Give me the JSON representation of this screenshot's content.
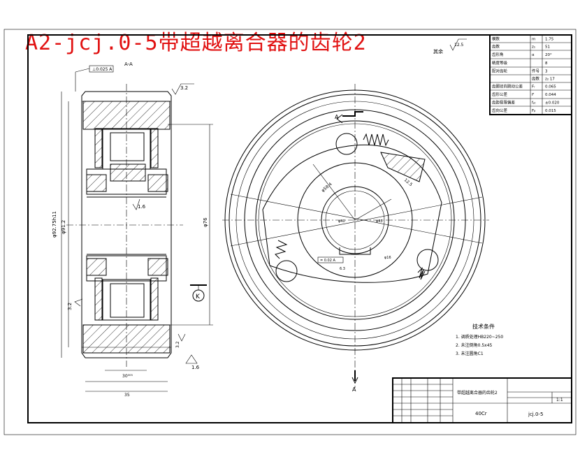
{
  "title": "A2-jcj.0-5带超越离合器的齿轮2",
  "section_label": "A-A",
  "corner_roughness": "12.5",
  "corner_roughness_note": "其余",
  "gear_table": {
    "rows": [
      {
        "name": "模数",
        "sym": "m",
        "val": "1.75"
      },
      {
        "name": "齿数",
        "sym": "z₁",
        "val": "51"
      },
      {
        "name": "齿形角",
        "sym": "α",
        "val": "20°"
      },
      {
        "name": "精度等级",
        "sym": "",
        "val": "8"
      },
      {
        "name": "配对齿轮",
        "sym": "件号",
        "val": "3"
      },
      {
        "name": "",
        "sym": "齿数",
        "val": "z₂  17"
      },
      {
        "name": "齿圈径向跳动公差",
        "sym": "Fᵣ",
        "val": "0.065"
      },
      {
        "name": "齿形公差",
        "sym": "fᶠ",
        "val": "0.044"
      },
      {
        "name": "齿距极限偏差",
        "sym": "fₚₜ",
        "val": "±0.020"
      },
      {
        "name": "齿向公差",
        "sym": "Fᵦ",
        "val": "0.015"
      }
    ]
  },
  "tech_req": {
    "heading": "技术条件",
    "items": [
      "1. 调质处理HB220~250",
      "2. 未注倒角0.5x45",
      "3. 未注圆角C1"
    ]
  },
  "title_block": {
    "drawing_name": "带超越离合器的齿轮2",
    "material": "40Cr",
    "code": "jcj.0-5",
    "scale": "1:1"
  },
  "annotations": {
    "sec_a": "A",
    "datum_k": "K",
    "rough_top": "3.2",
    "rough_left": "3.2",
    "rough_bottom": "1.6",
    "rough_mid": "1.6",
    "rough_circle": "6.3",
    "rough_right": "12.5"
  }
}
